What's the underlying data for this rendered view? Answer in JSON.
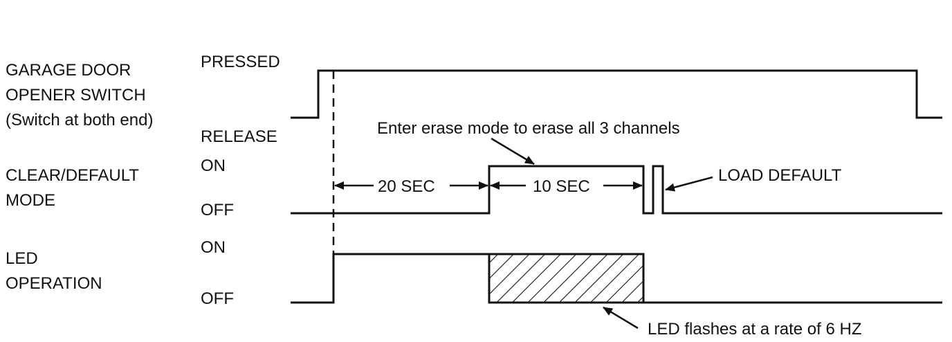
{
  "signals": [
    {
      "name_lines": [
        "GARAGE DOOR",
        "OPENER SWITCH",
        "(Switch at both end)"
      ],
      "high": "PRESSED",
      "low": "RELEASE"
    },
    {
      "name_lines": [
        "CLEAR/DEFAULT",
        "MODE"
      ],
      "high": "ON",
      "low": "OFF"
    },
    {
      "name_lines": [
        "LED",
        "OPERATION"
      ],
      "high": "ON",
      "low": "OFF"
    }
  ],
  "annotations": {
    "erase_mode": "Enter erase mode to erase all 3 channels",
    "interval_1": "20 SEC",
    "interval_2": "10 SEC",
    "load_default": "LOAD DEFAULT",
    "led_flash": "LED flashes at a rate of 6 HZ"
  }
}
